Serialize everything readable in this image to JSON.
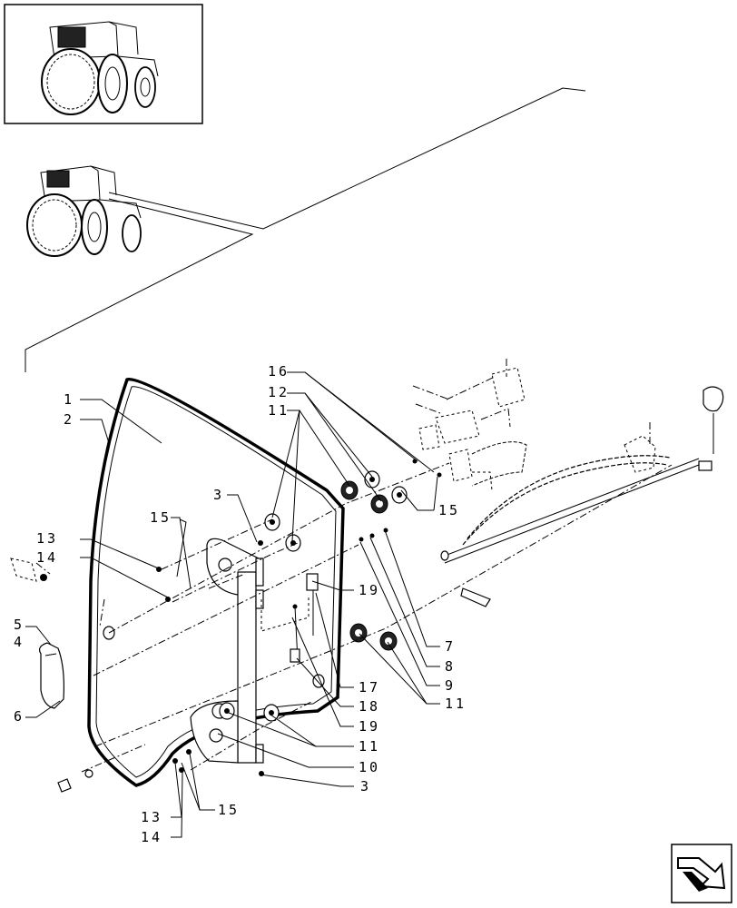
{
  "callouts": [
    {
      "id": "c1",
      "text": "1"
    },
    {
      "id": "c2",
      "text": "2"
    },
    {
      "id": "c3a",
      "text": "3"
    },
    {
      "id": "c3b",
      "text": "3"
    },
    {
      "id": "c4",
      "text": "4"
    },
    {
      "id": "c5",
      "text": "5"
    },
    {
      "id": "c6",
      "text": "6"
    },
    {
      "id": "c7",
      "text": "7"
    },
    {
      "id": "c8",
      "text": "8"
    },
    {
      "id": "c9",
      "text": "9"
    },
    {
      "id": "c10",
      "text": "10"
    },
    {
      "id": "c11a",
      "text": "11"
    },
    {
      "id": "c11b",
      "text": "11"
    },
    {
      "id": "c11c",
      "text": "11"
    },
    {
      "id": "c12",
      "text": "12"
    },
    {
      "id": "c13a",
      "text": "13"
    },
    {
      "id": "c13b",
      "text": "13"
    },
    {
      "id": "c14a",
      "text": "14"
    },
    {
      "id": "c14b",
      "text": "14"
    },
    {
      "id": "c15a",
      "text": "15"
    },
    {
      "id": "c15b",
      "text": "15"
    },
    {
      "id": "c15c",
      "text": "15"
    },
    {
      "id": "c16",
      "text": "16"
    },
    {
      "id": "c17",
      "text": "17"
    },
    {
      "id": "c18",
      "text": "18"
    },
    {
      "id": "c19a",
      "text": "19"
    },
    {
      "id": "c19b",
      "text": "19"
    }
  ],
  "icons": {
    "thumbnail": "tractor-thumbnail-icon",
    "location": "tractor-location-icon",
    "navigation": "next-page-arrow-icon"
  }
}
